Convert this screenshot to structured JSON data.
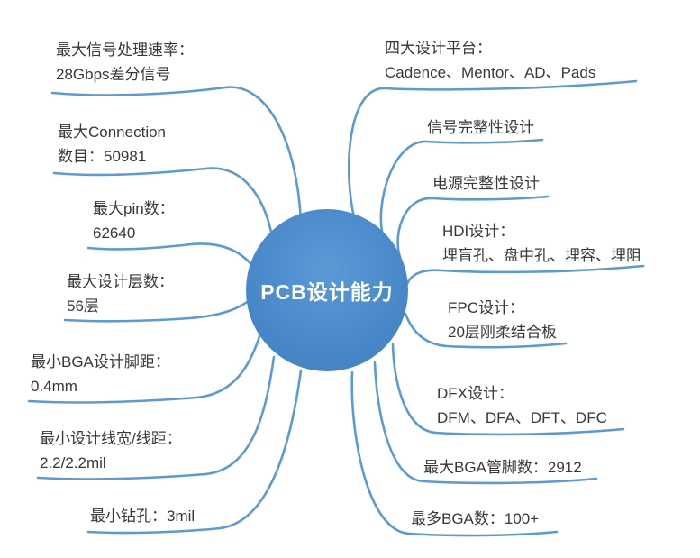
{
  "center": {
    "label": "PCB设计能力"
  },
  "left_branches": [
    {
      "line1": "最大信号处理速率：",
      "line2": "28Gbps差分信号"
    },
    {
      "line1": "最大Connection",
      "line2": "数目：50981"
    },
    {
      "line1": "最大pin数：",
      "line2": "62640"
    },
    {
      "line1": "最大设计层数：",
      "line2": "56层"
    },
    {
      "line1": "最小BGA设计脚距：",
      "line2": "0.4mm"
    },
    {
      "line1": "最小设计线宽/线距：",
      "line2": "2.2/2.2mil"
    },
    {
      "line1": "最小钻孔：3mil"
    }
  ],
  "right_branches": [
    {
      "line1": "四大设计平台：",
      "line2": "Cadence、Mentor、AD、Pads"
    },
    {
      "line1": "信号完整性设计"
    },
    {
      "line1": "电源完整性设计"
    },
    {
      "line1": "HDI设计：",
      "line2": "埋盲孔、盘中孔、埋容、埋阻"
    },
    {
      "line1": "FPC设计：",
      "line2": "20层刚柔结合板"
    },
    {
      "line1": "DFX设计：",
      "line2": "DFM、DFA、DFT、DFC"
    },
    {
      "line1": "最大BGA管脚数：2912"
    },
    {
      "line1": "最多BGA数：100+"
    }
  ],
  "colors": {
    "branch_line": "#5b9bd5",
    "center_fill": "#4787c8",
    "center_text": "#ffffff",
    "label_text": "#383838",
    "background": "#ffffff"
  }
}
